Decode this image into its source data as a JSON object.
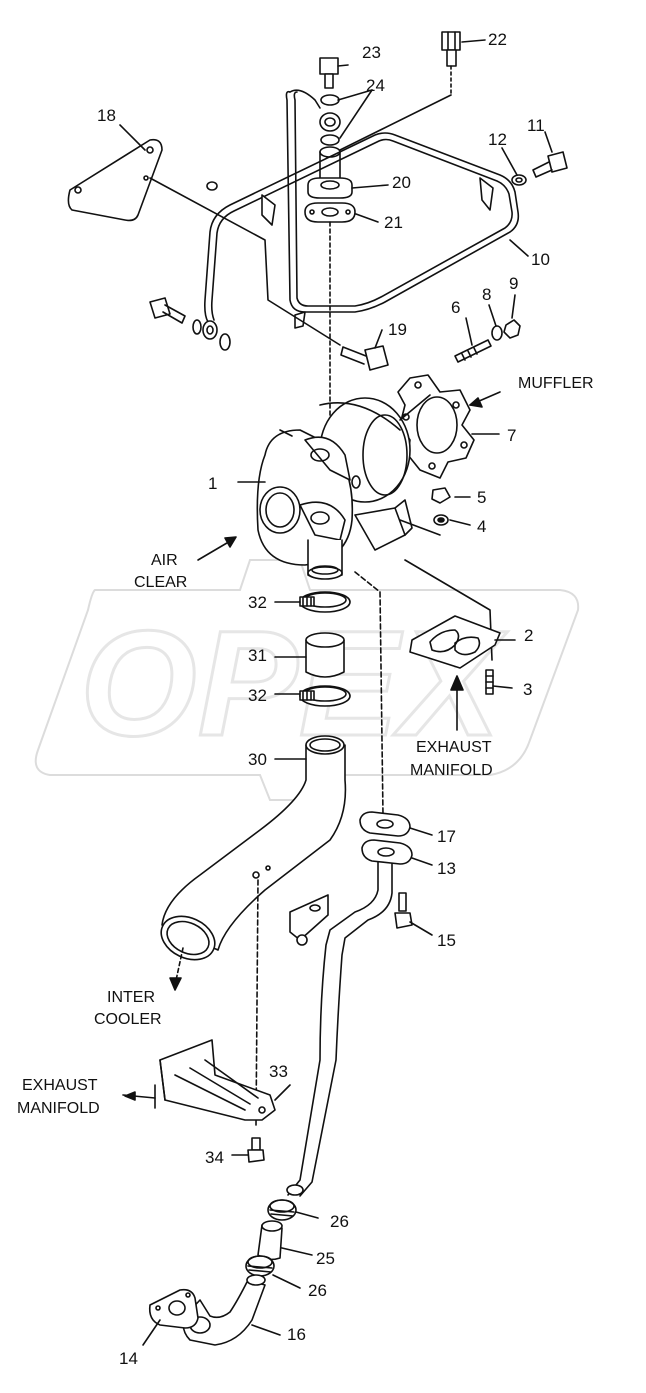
{
  "watermark": {
    "text": "OPEX",
    "color": "#e6e6e6"
  },
  "corner_mark": "",
  "callouts": [
    {
      "id": "c1",
      "label": "1"
    },
    {
      "id": "c2",
      "label": "2"
    },
    {
      "id": "c3",
      "label": "3"
    },
    {
      "id": "c4",
      "label": "4"
    },
    {
      "id": "c5",
      "label": "5"
    },
    {
      "id": "c6",
      "label": "6"
    },
    {
      "id": "c7",
      "label": "7"
    },
    {
      "id": "c8",
      "label": "8"
    },
    {
      "id": "c9",
      "label": "9"
    },
    {
      "id": "c10",
      "label": "10"
    },
    {
      "id": "c11",
      "label": "11"
    },
    {
      "id": "c12",
      "label": "12"
    },
    {
      "id": "c13",
      "label": "13"
    },
    {
      "id": "c14",
      "label": "14"
    },
    {
      "id": "c15",
      "label": "15"
    },
    {
      "id": "c16",
      "label": "16"
    },
    {
      "id": "c17",
      "label": "17"
    },
    {
      "id": "c18",
      "label": "18"
    },
    {
      "id": "c19",
      "label": "19"
    },
    {
      "id": "c20",
      "label": "20"
    },
    {
      "id": "c21",
      "label": "21"
    },
    {
      "id": "c22",
      "label": "22"
    },
    {
      "id": "c23",
      "label": "23"
    },
    {
      "id": "c24",
      "label": "24"
    },
    {
      "id": "c25",
      "label": "25"
    },
    {
      "id": "c26a",
      "label": "26"
    },
    {
      "id": "c26b",
      "label": "26"
    },
    {
      "id": "c30",
      "label": "30"
    },
    {
      "id": "c31",
      "label": "31"
    },
    {
      "id": "c32a",
      "label": "32"
    },
    {
      "id": "c32b",
      "label": "32"
    },
    {
      "id": "c33",
      "label": "33"
    },
    {
      "id": "c34",
      "label": "34"
    }
  ],
  "captions": {
    "muffler": "MUFFLER",
    "air_clear_1": "AIR",
    "air_clear_2": "CLEAR",
    "exhaust_manifold_right_1": "EXHAUST",
    "exhaust_manifold_right_2": "MANIFOLD",
    "inter_cooler_1": "INTER",
    "inter_cooler_2": "COOLER",
    "exhaust_manifold_left_1": "EXHAUST",
    "exhaust_manifold_left_2": "MANIFOLD"
  }
}
